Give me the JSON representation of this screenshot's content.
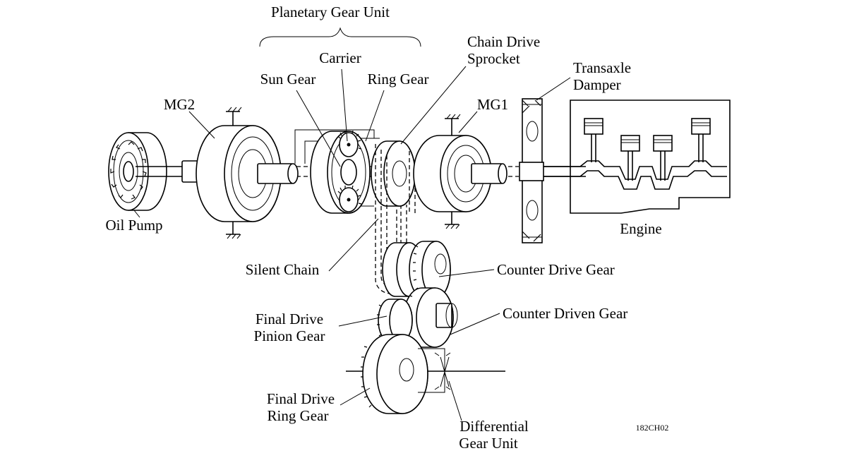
{
  "labels": {
    "planetary_gear_unit": "Planetary Gear Unit",
    "carrier": "Carrier",
    "sun_gear": "Sun Gear",
    "ring_gear": "Ring Gear",
    "chain_drive_line1": "Chain Drive",
    "chain_drive_line2": "Sprocket",
    "transaxle_line1": "Transaxle",
    "transaxle_line2": "Damper",
    "mg2": "MG2",
    "mg1": "MG1",
    "oil_pump": "Oil Pump",
    "engine": "Engine",
    "silent_chain": "Silent Chain",
    "counter_drive_gear": "Counter Drive Gear",
    "counter_driven_gear": "Counter Driven Gear",
    "final_drive_pinion_line1": "Final Drive",
    "final_drive_pinion_line2": "Pinion Gear",
    "final_drive_ring_line1": "Final Drive",
    "final_drive_ring_line2": "Ring Gear",
    "differential_line1": "Differential",
    "differential_line2": "Gear Unit",
    "figure_code": "182CH02"
  }
}
